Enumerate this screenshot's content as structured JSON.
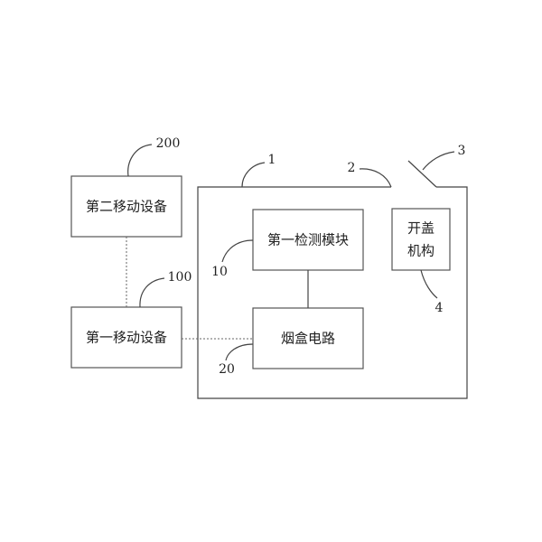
{
  "diagram": {
    "second_mobile_device": "第二移动设备",
    "first_mobile_device": "第一移动设备",
    "first_detection_module": "第一检测模块",
    "cigarette_box_circuit": "烟盒电路",
    "lid_opening_mechanism_line1": "开盖",
    "lid_opening_mechanism_line2": "机构",
    "ref_200": "200",
    "ref_100": "100",
    "ref_1": "1",
    "ref_2": "2",
    "ref_3": "3",
    "ref_4": "4",
    "ref_10": "10",
    "ref_20": "20"
  }
}
